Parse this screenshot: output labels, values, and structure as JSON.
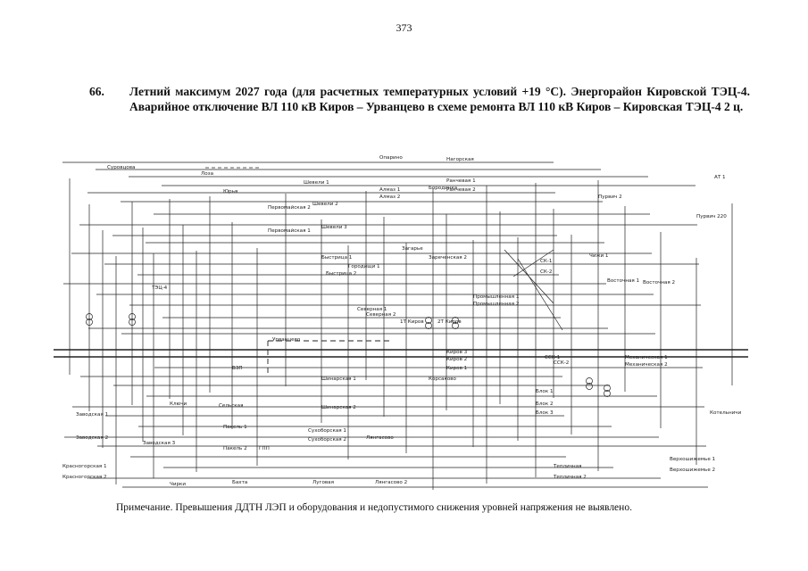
{
  "page_number": "373",
  "heading": {
    "number": "66.",
    "text": "Летний максимум 2027 года (для расчетных температурных условий +19 °С). Энергорайон Кировской ТЭЦ-4. Аварийное отключение ВЛ 110 кВ Киров – Урванцево в схеме ремонта ВЛ 110 кВ Киров – Кировская ТЭЦ-4 2 ц."
  },
  "diagram": {
    "labels": [
      "Суровцова",
      "Лоза",
      "Юрья",
      "Шевели 1",
      "Шевели 2",
      "Шевели 3",
      "Первомайская 2",
      "Первомайская 1",
      "Алмаз 1",
      "Алмаз 2",
      "Бородинка",
      "Опарино",
      "Нагорская",
      "Ранчевая 1",
      "Ранчевая 2",
      "Пурвич 2",
      "АТ 1",
      "Пурвич 220",
      "Загарье",
      "Зареченская 2",
      "Быстрица 1",
      "Быстрица 2",
      "Городищи 1",
      "СК-1",
      "СК-2",
      "Чижи 1",
      "Восточная 1",
      "Восточная 2",
      "Северная 1",
      "Северная 2",
      "Урванцево",
      "ТЭЦ-4",
      "1Т Киров",
      "2Т Киров",
      "Промышленная 1",
      "Промышленная 2",
      "Киров 3",
      "Киров 2",
      "Киров 1",
      "Корсаково",
      "ССК-1",
      "ССК-2",
      "Механическая 1",
      "Механическая 2",
      "Лянгасово",
      "Тепличная",
      "Блок 1",
      "Блок 2",
      "Блок 3",
      "Котельничи",
      "Заводская 1",
      "Заводская 2",
      "Красногорская 1",
      "Красногорская 2",
      "Бахта",
      "Луговая",
      "Лянгасово 2",
      "Тепличная 2",
      "Верхошижемье 1",
      "Верхошижемье 2",
      "Ключи",
      "ВЗП",
      "Сельская",
      "Шинарская 1",
      "Шинарская 2",
      "Сухоборская 1",
      "Сухоборская 2",
      "Пакель 1",
      "Пакель 2",
      "ГПП",
      "Заводская 3",
      "Чирки"
    ]
  },
  "note": "Примечание. Превышения ДДТН ЛЭП и оборудования и недопустимого снижения уровней напряжения не выявлено."
}
